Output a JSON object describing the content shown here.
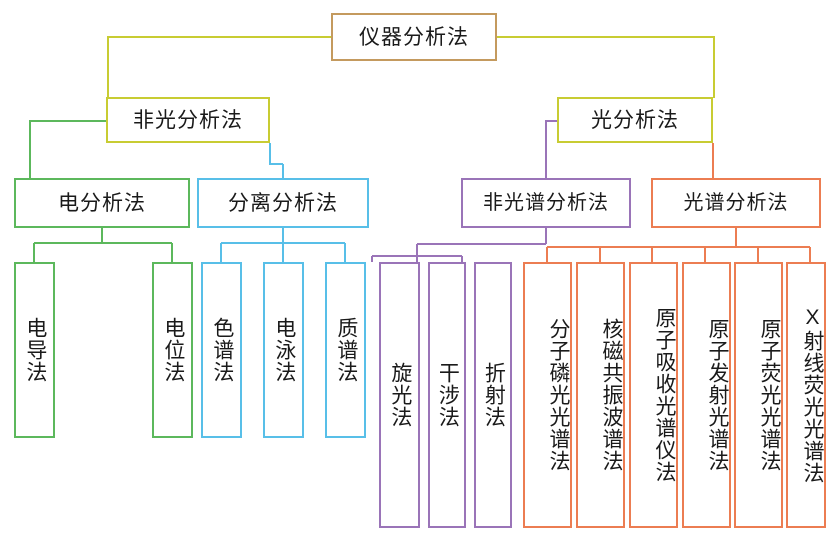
{
  "diagram": {
    "title": "仪器分析法",
    "type": "hierarchy-tree",
    "orientation": "top-down",
    "colors": {
      "root": "#c49a5e",
      "level2": "#c8cc33",
      "electro": "#5cb85c",
      "separation": "#58bfe8",
      "nonspectral": "#9a74b8",
      "spectral": "#ec7d52"
    }
  },
  "nodes": {
    "root": {
      "label": "仪器分析法",
      "color": "#c49a5e"
    },
    "level2": [
      {
        "id": "non_optical",
        "label": "非光分析法",
        "color": "#c8cc33"
      },
      {
        "id": "optical",
        "label": "光分析法",
        "color": "#c8cc33"
      }
    ],
    "level3": [
      {
        "id": "electro",
        "label": "电分析法",
        "color": "#5cb85c"
      },
      {
        "id": "separation",
        "label": "分离分析法",
        "color": "#58bfe8"
      },
      {
        "id": "nonspectral",
        "label": "非光谱分析法",
        "color": "#9a74b8"
      },
      {
        "id": "spectral",
        "label": "光谱分析法",
        "color": "#ec7d52"
      }
    ],
    "leaves": {
      "electro": [
        {
          "label": "电导法",
          "color": "#5cb85c"
        },
        {
          "label": "电位法",
          "color": "#5cb85c"
        }
      ],
      "separation": [
        {
          "label": "色谱法",
          "color": "#58bfe8"
        },
        {
          "label": "电泳法",
          "color": "#58bfe8"
        },
        {
          "label": "质谱法",
          "color": "#58bfe8"
        }
      ],
      "nonspectral": [
        {
          "label": "旋光法",
          "color": "#9a74b8"
        },
        {
          "label": "干涉法",
          "color": "#9a74b8"
        },
        {
          "label": "折射法",
          "color": "#9a74b8"
        }
      ],
      "spectral": [
        {
          "label": "分子磷光光谱法",
          "color": "#ec7d52"
        },
        {
          "label": "核磁共振波谱法",
          "color": "#ec7d52"
        },
        {
          "label": "原子吸收光谱仪法",
          "color": "#ec7d52"
        },
        {
          "label": "原子发射光谱法",
          "color": "#ec7d52"
        },
        {
          "label": "原子荧光光谱法",
          "color": "#ec7d52"
        },
        {
          "label": "X射线荧光光谱法",
          "color": "#ec7d52"
        }
      ]
    }
  }
}
